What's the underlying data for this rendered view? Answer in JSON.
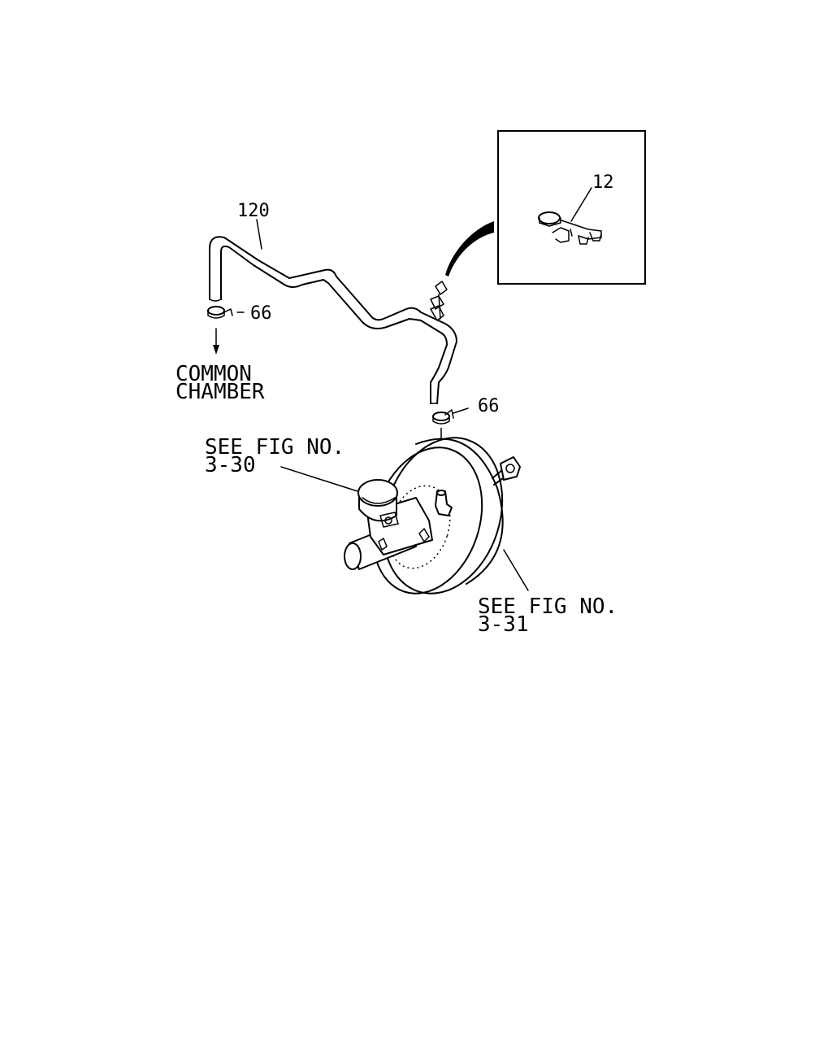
{
  "labels": {
    "part_120": "120",
    "part_66_top": "66",
    "part_66_bottom": "66",
    "part_12": "12",
    "common_line1": "COMMON",
    "common_line2": "CHAMBER",
    "see_fig_a_line1": "SEE FIG NO.",
    "see_fig_a_line2": "3-30",
    "see_fig_b_line1": "SEE FIG NO.",
    "see_fig_b_line2": "3-31"
  },
  "colors": {
    "ink": "#000000",
    "paper": "#ffffff"
  }
}
